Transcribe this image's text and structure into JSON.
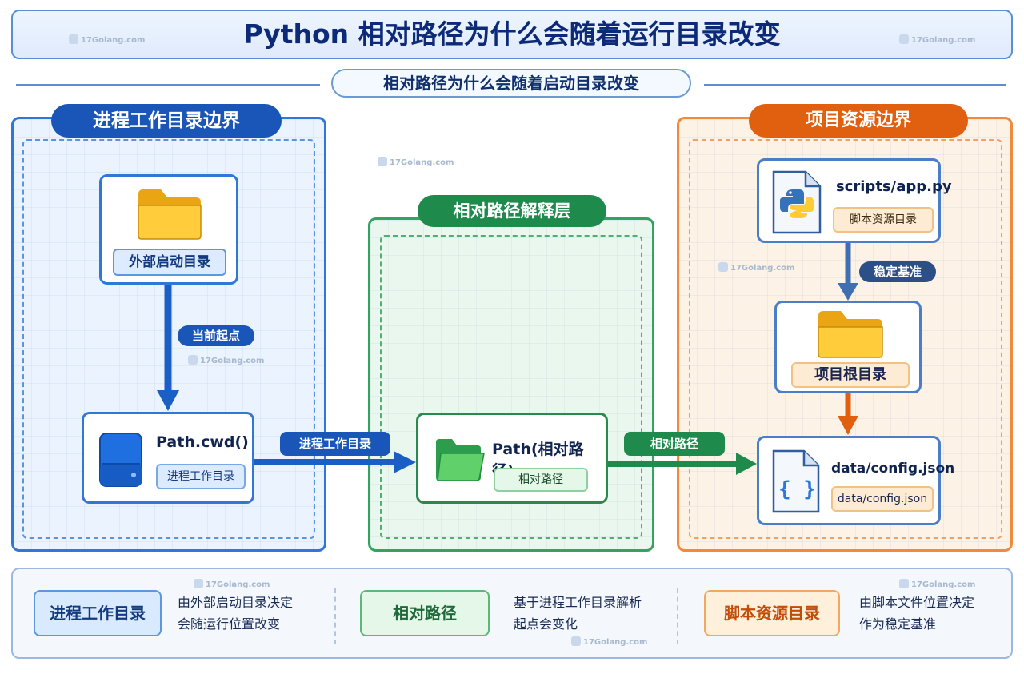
{
  "title": "Python 相对路径为什么会随着运行目录改变",
  "subtitle": "相对路径为什么会随着启动目录改变",
  "watermark": "17Golang.com",
  "regions": {
    "left": {
      "title": "进程工作目录边界",
      "color": "#1a63c4"
    },
    "middle": {
      "title": "相对路径解释层",
      "color": "#1e8a4c"
    },
    "right": {
      "title": "项目资源边界",
      "color": "#e0600f"
    }
  },
  "nodes": {
    "launch_dir": {
      "tag": "外部启动目录",
      "icon": "folder-icon"
    },
    "cwd": {
      "label": "Path.cwd()",
      "tag": "进程工作目录",
      "icon": "drive-icon"
    },
    "relpath": {
      "label": "Path(相对路径)",
      "tag": "相对路径",
      "icon": "green-folder-icon"
    },
    "script": {
      "label": "scripts/app.py",
      "tag": "脚本资源目录",
      "icon": "python-file-icon"
    },
    "project_root": {
      "tag": "项目根目录",
      "icon": "folder-icon"
    },
    "config": {
      "label": "data/config.json",
      "tag": "data/config.json",
      "icon": "json-file-icon"
    }
  },
  "edges": {
    "launch_to_cwd": "当前起点",
    "cwd_to_relpath": "进程工作目录",
    "relpath_to_config": "相对路径",
    "script_to_root": "稳定基准"
  },
  "legend": [
    {
      "key": "进程工作目录",
      "line1": "由外部启动目录决定",
      "line2": "会随运行位置改变"
    },
    {
      "key": "相对路径",
      "line1": "基于进程工作目录解析",
      "line2": "起点会变化"
    },
    {
      "key": "脚本资源目录",
      "line1": "由脚本文件位置决定",
      "line2": "作为稳定基准"
    }
  ]
}
